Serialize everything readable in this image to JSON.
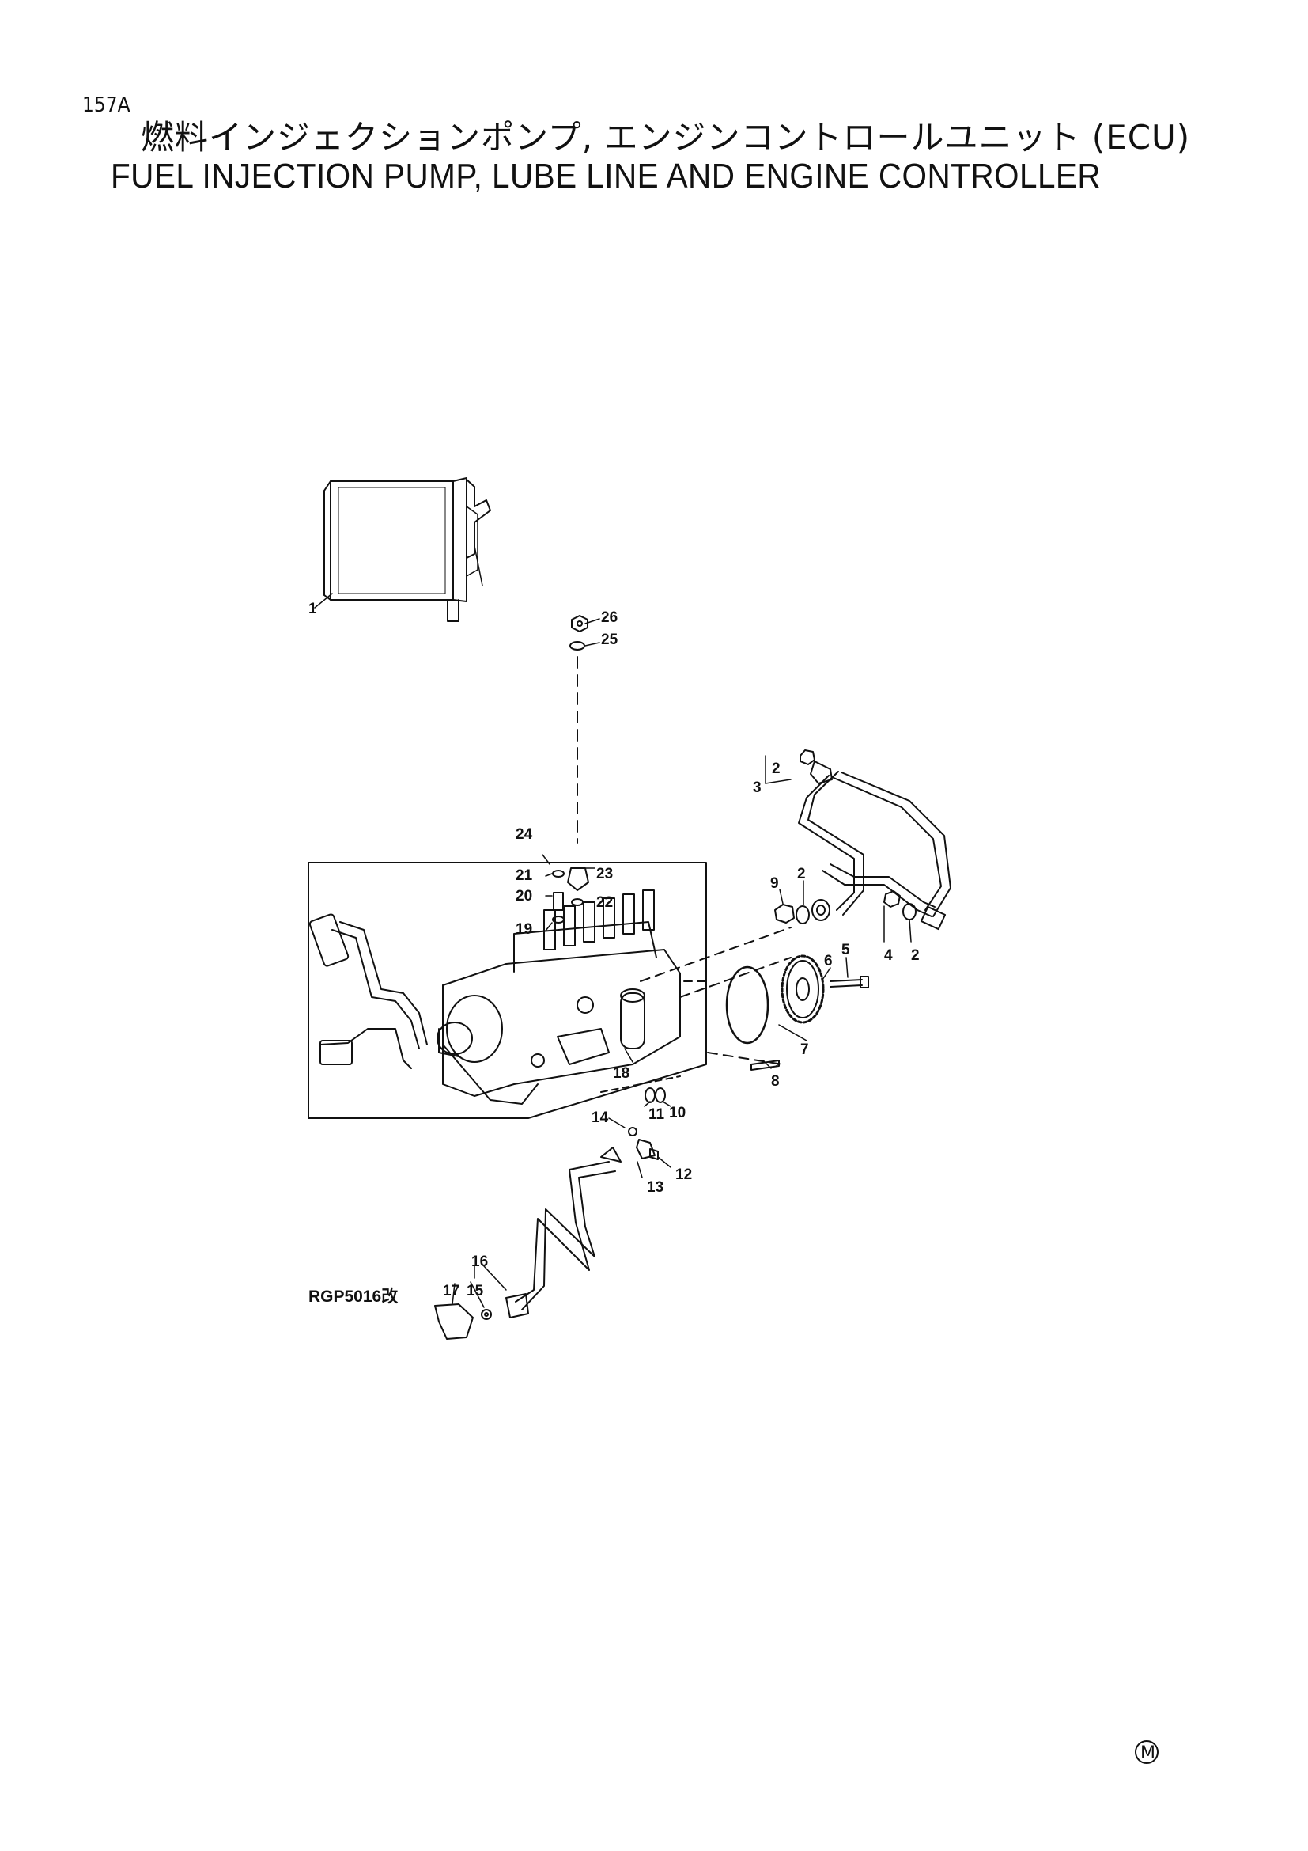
{
  "header": {
    "page_number": "157A",
    "title_jp": "燃料インジェクションポンプ, エンジンコントロールユニット (ECU)",
    "title_en": "FUEL INJECTION PUMP, LUBE LINE AND ENGINE CONTROLLER"
  },
  "diagram": {
    "figure_code": "RGP5016改",
    "mark": "M",
    "callouts": {
      "c1": "1",
      "c2a": "2",
      "c2b": "2",
      "c2c": "2",
      "c3": "3",
      "c4": "4",
      "c5": "5",
      "c6": "6",
      "c7": "7",
      "c8": "8",
      "c9": "9",
      "c10": "10",
      "c11": "11",
      "c12": "12",
      "c13": "13",
      "c14": "14",
      "c15": "15",
      "c16": "16",
      "c17": "17",
      "c18": "18",
      "c19": "19",
      "c20": "20",
      "c21": "21",
      "c22": "22",
      "c23": "23",
      "c24": "24",
      "c25": "25",
      "c26": "26"
    }
  }
}
